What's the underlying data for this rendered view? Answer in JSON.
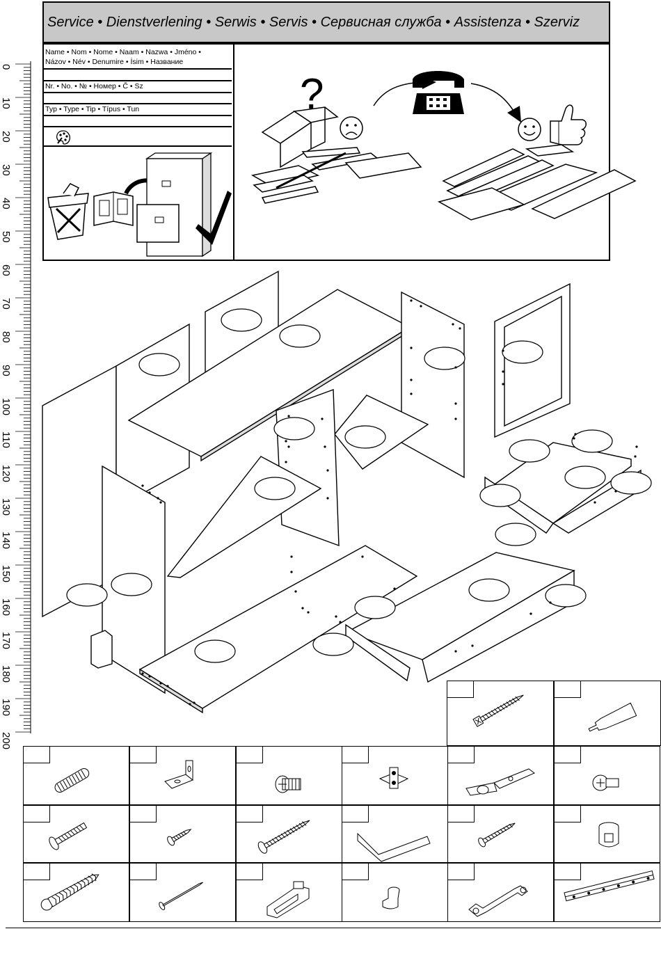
{
  "header": {
    "title": "Service • Dienstverlening • Serwis • Servis • Сервисная служба • Assistenza •  Szerviz"
  },
  "form": {
    "name_line1": "Name • Nom • Nome • Naam • Nazwa • Jméno •",
    "name_line2": "Názov • Név • Denumire • İsim • Название",
    "number_label": "Nr. • No. • № • Номер • Č • Sz",
    "type_label": "Typ • Type • Tip • Típus • Tun"
  },
  "ruler": {
    "labels": [
      "0",
      "10",
      "20",
      "30",
      "40",
      "50",
      "60",
      "70",
      "80",
      "90",
      "100",
      "110",
      "120",
      "130",
      "140",
      "150",
      "160",
      "170",
      "180",
      "190",
      "200"
    ]
  },
  "icons": {
    "palette": "palette-icon",
    "trash": "trash-bin-icon",
    "binder": "instruction-booklet-icon",
    "cabinet": "filing-cabinet-icon",
    "check": "checkmark-icon",
    "question": "question-mark-icon",
    "sad": "sad-face-icon",
    "phone": "telephone-icon",
    "happy": "happy-face-icon",
    "thumb": "thumbs-up-icon"
  },
  "hardware": [
    {
      "icon": "long-wood-screw-icon"
    },
    {
      "icon": "glue-tube-icon"
    },
    {
      "icon": "wooden-dowel-icon"
    },
    {
      "icon": "angle-bracket-icon"
    },
    {
      "icon": "cam-bolt-icon"
    },
    {
      "icon": "hinge-mounting-plate-icon"
    },
    {
      "icon": "cabinet-hinge-icon"
    },
    {
      "icon": "confirmat-screw-icon"
    },
    {
      "icon": "machine-screw-icon"
    },
    {
      "icon": "short-screw-icon"
    },
    {
      "icon": "wood-screw-icon"
    },
    {
      "icon": "allen-key-icon"
    },
    {
      "icon": "small-screw-icon"
    },
    {
      "icon": "cam-lock-icon"
    },
    {
      "icon": "wall-plug-icon"
    },
    {
      "icon": "nail-icon"
    },
    {
      "icon": "shelf-support-bracket-icon"
    },
    {
      "icon": "shelf-pin-icon"
    },
    {
      "icon": "handle-icon"
    },
    {
      "icon": "drawer-runner-icon"
    }
  ]
}
